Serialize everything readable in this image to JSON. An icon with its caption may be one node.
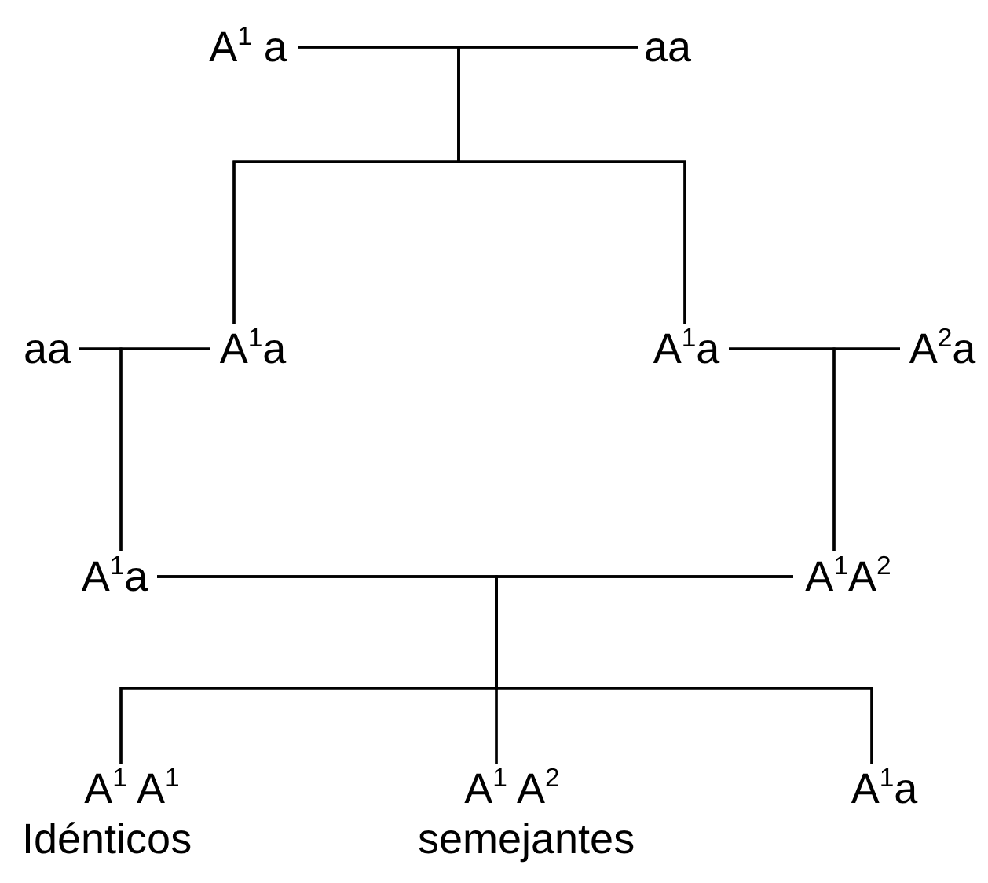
{
  "diagram": {
    "nodes": [
      {
        "text": [
          "A$^{1}$ a"
        ]
      },
      {
        "text": [
          "aa"
        ]
      },
      {
        "text": [
          "aa"
        ]
      },
      {
        "text": [
          "A$^{1}$a"
        ]
      },
      {
        "text": [
          "A$^{1}$a"
        ]
      },
      {
        "text": [
          "A$^{2}$a"
        ]
      },
      {
        "text": [
          "A$^{1}$a"
        ]
      },
      {
        "text": [
          "A$^{1}$A$^{2}$"
        ]
      },
      {
        "text": [
          "A$^{1}$ A$^{1}$"
        ],
        "beside": [
          "Idénticos"
        ]
      },
      {
        "text": [
          "A$^{1}$ A$^{2}$"
        ],
        "beside": [
          "semejantes"
        ]
      },
      {
        "text": [
          "A$^{1}$a"
        ]
      }
    ],
    "edges": [
      {
        "from": 0,
        "to": 1,
        "arrow": "none"
      },
      {
        "from": 0,
        "to": 3,
        "arrow": "none"
      },
      {
        "from": 1,
        "to": 3,
        "arrow": "none"
      },
      {
        "from": 0,
        "to": 4,
        "arrow": "none"
      },
      {
        "from": 1,
        "to": 4,
        "arrow": "none"
      },
      {
        "from": 2,
        "to": 3,
        "arrow": "none"
      },
      {
        "from": 2,
        "to": 6,
        "arrow": "none"
      },
      {
        "from": 3,
        "to": 6,
        "arrow": "none"
      },
      {
        "from": 4,
        "to": 5,
        "arrow": "none"
      },
      {
        "from": 4,
        "to": 7,
        "arrow": "none"
      },
      {
        "from": 5,
        "to": 7,
        "arrow": "none"
      },
      {
        "from": 6,
        "to": 7,
        "arrow": "none"
      },
      {
        "from": 6,
        "to": 8,
        "arrow": "none"
      },
      {
        "from": 6,
        "to": 9,
        "arrow": "none"
      },
      {
        "from": 6,
        "to": 10,
        "arrow": "none"
      },
      {
        "from": 7,
        "to": 8,
        "arrow": "none"
      },
      {
        "from": 7,
        "to": 9,
        "arrow": "none"
      },
      {
        "from": 7,
        "to": 10,
        "arrow": "none"
      }
    ]
  }
}
